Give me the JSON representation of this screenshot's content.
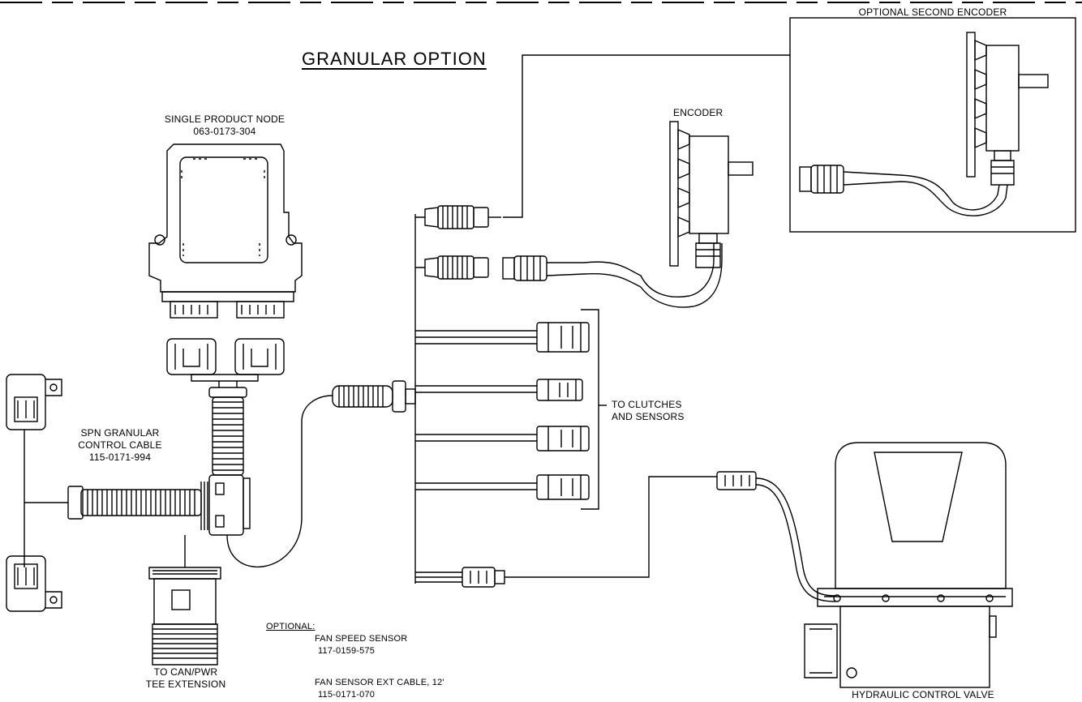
{
  "title": "GRANULAR OPTION",
  "labels": {
    "node_name": "SINGLE PRODUCT NODE",
    "node_part": "063-0173-304",
    "cable_name_1": "SPN GRANULAR",
    "cable_name_2": "CONTROL CABLE",
    "cable_part": "115-0171-994",
    "tee_1": "TO CAN/PWR",
    "tee_2": "TEE EXTENSION",
    "encoder": "ENCODER",
    "second_encoder": "OPTIONAL SECOND ENCODER",
    "clutches_1": "TO CLUTCHES",
    "clutches_2": "AND SENSORS",
    "valve": "HYDRAULIC CONTROL VALVE"
  },
  "optional": {
    "heading": "OPTIONAL:",
    "fan_sensor": "FAN SPEED SENSOR",
    "fan_sensor_part": "117-0159-575",
    "fan_cable": "FAN SENSOR EXT CABLE, 12'",
    "fan_cable_part": "115-0171-070"
  }
}
